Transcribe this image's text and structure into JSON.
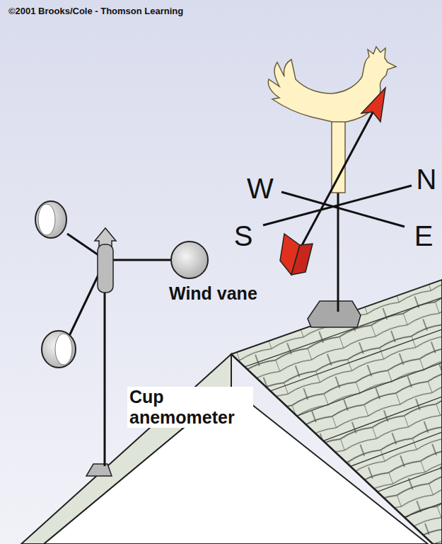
{
  "diagram": {
    "labels": [
      "©2001 Brooks/Cole - Thomson Learning",
      "W",
      "N",
      "S",
      "E",
      "Wind vane",
      "Cup anemometer"
    ]
  }
}
